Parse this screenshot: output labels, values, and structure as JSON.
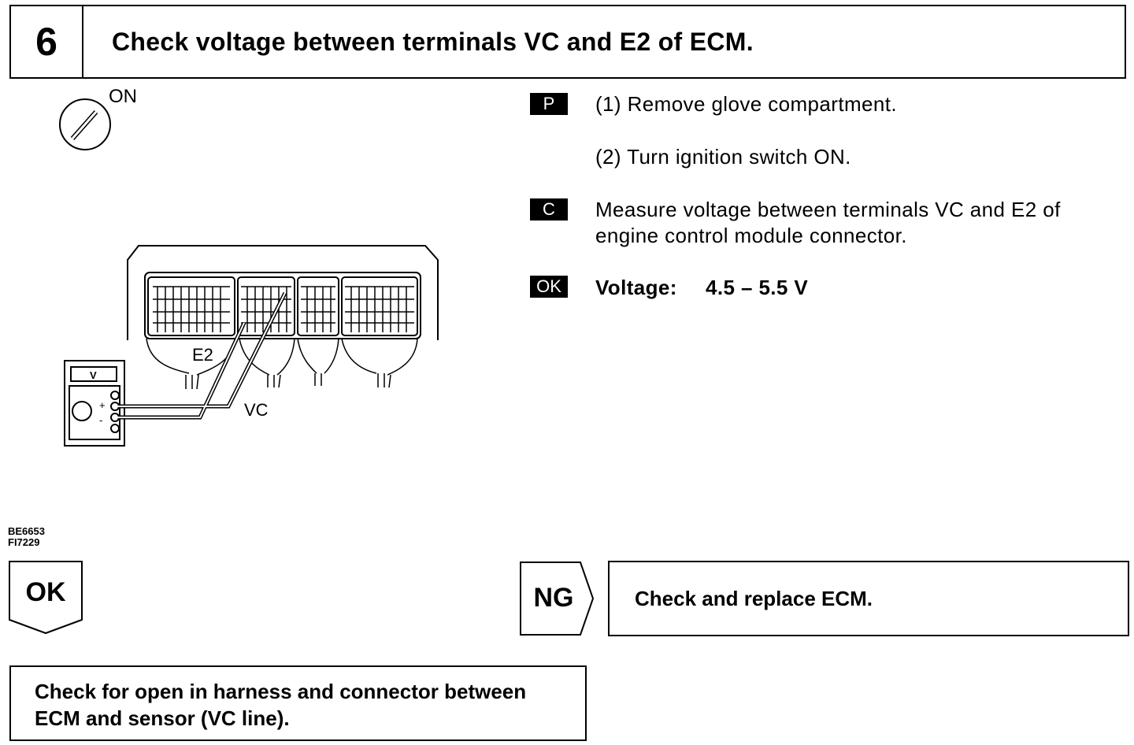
{
  "header": {
    "step": "6",
    "title": "Check voltage between terminals VC and E2 of ECM."
  },
  "illustration": {
    "ignition_label": "ON",
    "meter_label": "V",
    "plus": "+",
    "minus": "-",
    "terminal_e2": "E2",
    "terminal_vc": "VC",
    "figure_codes": [
      "BE6653",
      "FI7229"
    ]
  },
  "procedure": {
    "prep_tag": "P",
    "step1": "(1) Remove glove compartment.",
    "step2": "(2) Turn ignition switch ON.",
    "check_tag": "C",
    "check_line1": "Measure voltage between terminals VC and E2 of",
    "check_line2": "engine control module connector.",
    "ok_tag": "OK",
    "spec_label": "Voltage:",
    "spec_value": "4.5 – 5.5 V"
  },
  "results": {
    "ok_label": "OK",
    "ok_line1": "Check for open in harness and connector between",
    "ok_line2": "ECM and sensor (VC line).",
    "ng_label": "NG",
    "ng_action": "Check and replace ECM."
  }
}
